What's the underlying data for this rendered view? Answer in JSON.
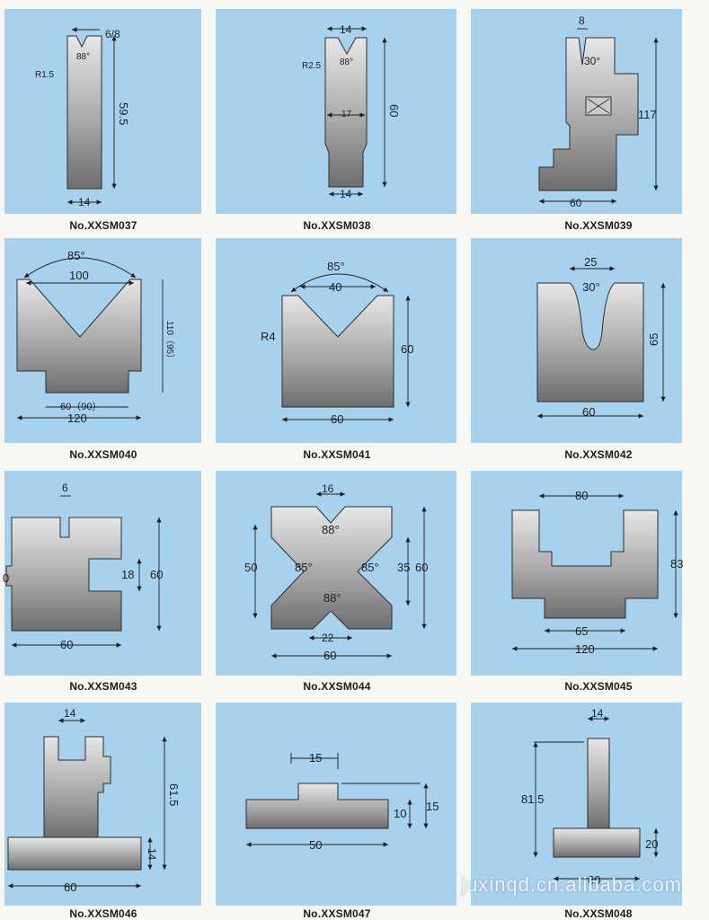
{
  "watermark": "juxinqd.cn.alibaba.com",
  "items": [
    {
      "code": "No.XXSM037",
      "dims": {
        "top_opening": "6/8",
        "angle": "88°",
        "radius": "R1.5",
        "height": "59.5",
        "width": "14"
      }
    },
    {
      "code": "No.XXSM038",
      "dims": {
        "top_width": "14",
        "angle": "88°",
        "radius": "R2.5",
        "mid_width": "17",
        "height": "60",
        "base_width": "14"
      }
    },
    {
      "code": "No.XXSM039",
      "dims": {
        "opening": "8",
        "angle": "30°",
        "height": "117",
        "width": "60"
      }
    },
    {
      "code": "No.XXSM040",
      "dims": {
        "angle": "85°",
        "opening": "100",
        "height": "110（95）",
        "base": "60（90）",
        "width": "120"
      }
    },
    {
      "code": "No.XXSM041",
      "dims": {
        "angle": "85°",
        "opening": "40",
        "radius": "R4",
        "height": "60",
        "width": "60"
      }
    },
    {
      "code": "No.XXSM042",
      "dims": {
        "opening": "25",
        "angle": "30°",
        "height": "65",
        "width": "60"
      }
    },
    {
      "code": "No.XXSM043",
      "dims": {
        "slot": "6",
        "tongue": "18",
        "height": "60",
        "width": "60",
        "side": "0"
      }
    },
    {
      "code": "No.XXSM044",
      "dims": {
        "top": "16",
        "angle_top": "88°",
        "angle_left": "85°",
        "angle_right": "85°",
        "angle_bottom": "88°",
        "left": "50",
        "mid": "35",
        "right": "60",
        "bottom": "22",
        "width": "60"
      }
    },
    {
      "code": "No.XXSM045",
      "dims": {
        "opening": "80",
        "height": "83",
        "base": "65",
        "width": "120"
      }
    },
    {
      "code": "No.XXSM046",
      "dims": {
        "top": "14",
        "height": "61.5",
        "base_height": "14",
        "width": "60"
      }
    },
    {
      "code": "No.XXSM047",
      "dims": {
        "top": "15",
        "thickness": "10",
        "height": "15",
        "width": "50"
      }
    },
    {
      "code": "No.XXSM048",
      "dims": {
        "top": "14",
        "height": "81.5",
        "base_height": "20",
        "width": "60"
      }
    }
  ]
}
